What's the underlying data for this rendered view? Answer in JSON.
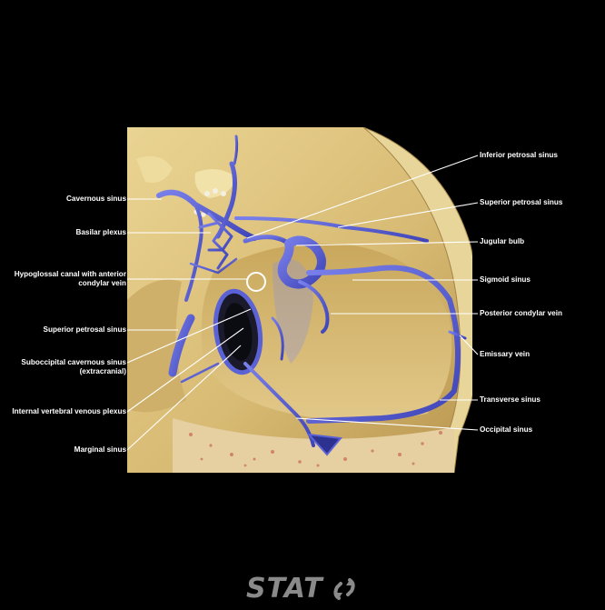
{
  "labels_left": [
    {
      "id": "cavernous-sinus",
      "text": "Cavernous sinus"
    },
    {
      "id": "basilar-plexus",
      "text": "Basilar plexus"
    },
    {
      "id": "hypoglossal-canal",
      "text": "Hypoglossal canal with anterior",
      "text2": "condylar vein"
    },
    {
      "id": "superior-petrosal-sinus-left",
      "text": "Superior petrosal sinus"
    },
    {
      "id": "suboccipital-cavernous-sinus",
      "text": "Suboccipital cavernous sinus",
      "text2": "(extracranial)"
    },
    {
      "id": "internal-vertebral-venous-plexus",
      "text": "Internal vertebral venous plexus"
    },
    {
      "id": "marginal-sinus",
      "text": "Marginal sinus"
    }
  ],
  "labels_right": [
    {
      "id": "inferior-petrosal-sinus",
      "text": "Inferior petrosal sinus"
    },
    {
      "id": "superior-petrosal-sinus-right",
      "text": "Superior petrosal sinus"
    },
    {
      "id": "jugular-bulb",
      "text": "Jugular bulb"
    },
    {
      "id": "sigmoid-sinus",
      "text": "Sigmoid sinus"
    },
    {
      "id": "posterior-condylar-vein",
      "text": "Posterior condylar vein"
    },
    {
      "id": "emissary-vein",
      "text": "Emissary vein"
    },
    {
      "id": "transverse-sinus",
      "text": "Transverse sinus"
    },
    {
      "id": "occipital-sinus",
      "text": "Occipital sinus"
    }
  ],
  "logo": {
    "text": "STAT"
  },
  "colors": {
    "background": "#000000",
    "bone": "#d9bf7c",
    "vein": "#5b62d6",
    "label": "#ffffff",
    "logo": "#8a8a8a"
  }
}
